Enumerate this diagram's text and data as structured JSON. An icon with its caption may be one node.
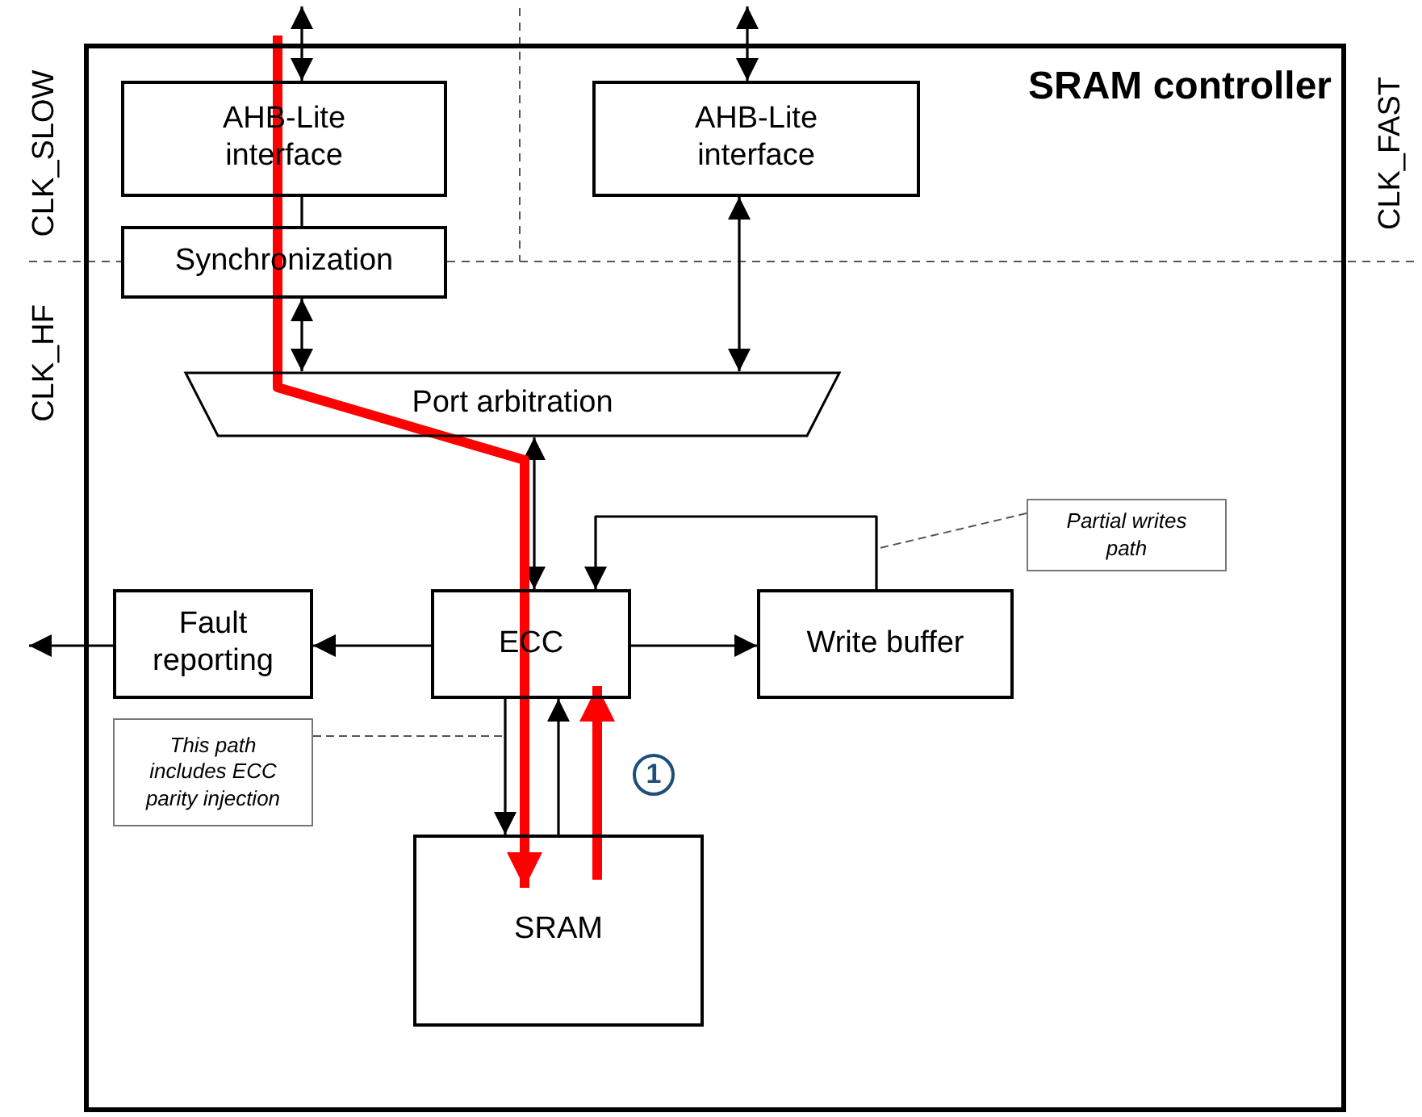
{
  "diagram": {
    "nodes": [
      {
        "text": [
          "SRAM controller"
        ]
      },
      {
        "text": [
          "AHB-Lite interface"
        ],
        "in": 0
      },
      {
        "text": [
          "AHB-Lite interface"
        ],
        "in": 0
      },
      {
        "text": [
          "Synchronization"
        ],
        "in": 0
      },
      {
        "text": [
          "Port arbitration"
        ],
        "in": 0
      },
      {
        "text": [
          "Fault reporting"
        ],
        "in": 0
      },
      {
        "text": [
          "ECC"
        ],
        "in": 0
      },
      {
        "text": [
          "Write buffer"
        ],
        "in": 0
      },
      {
        "text": [
          "SRAM"
        ],
        "in": 0
      },
      {
        "text": [
          "This path includes ECC parity injection"
        ],
        "in": 0
      },
      {
        "text": [
          "Partial writes path"
        ],
        "in": 0
      }
    ],
    "edges": [
      {
        "from": null,
        "to": 1,
        "arrow": "both"
      },
      {
        "from": null,
        "to": 2,
        "arrow": "both"
      },
      {
        "from": 1,
        "to": 3,
        "arrow": "none"
      },
      {
        "from": 3,
        "to": 4,
        "arrow": "both"
      },
      {
        "from": 2,
        "to": 4,
        "arrow": "both"
      },
      {
        "from": 4,
        "to": 6,
        "arrow": "both"
      },
      {
        "from": 7,
        "to": 6,
        "arrow": "to"
      },
      {
        "from": 6,
        "to": 5,
        "arrow": "to"
      },
      {
        "from": 5,
        "to": null,
        "arrow": "to"
      },
      {
        "from": 6,
        "to": 7,
        "arrow": "to"
      },
      {
        "from": 6,
        "to": 8,
        "arrow": "to"
      },
      {
        "from": 8,
        "to": 6,
        "arrow": "to"
      },
      {
        "from": null,
        "to": 8,
        "arrow": "to",
        "style": "thick",
        "color": "#ff0000"
      },
      {
        "from": 8,
        "to": 6,
        "arrow": "to",
        "style": "thick",
        "color": "#ff0000"
      },
      {
        "from": 9,
        "to": null,
        "arrow": "none",
        "style": "dashed",
        "color": "#555555"
      },
      {
        "from": 10,
        "to": null,
        "arrow": "none",
        "style": "dashed",
        "color": "#555555"
      }
    ],
    "labels": [
      "CLK_SLOW",
      "CLK_FAST",
      "CLK_HF",
      "1"
    ]
  }
}
